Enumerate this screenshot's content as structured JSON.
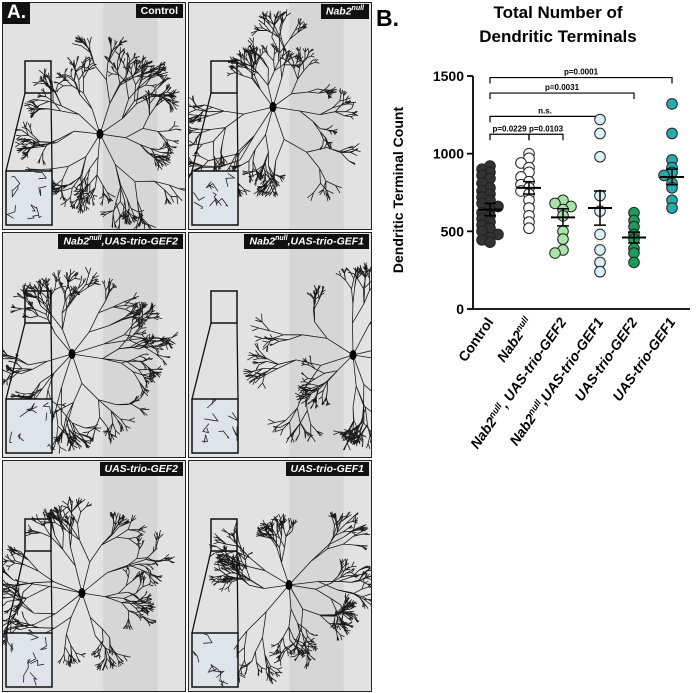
{
  "panel_a": {
    "letter": "A.",
    "tiles": [
      {
        "label": "Control",
        "base": "",
        "sup": "",
        "rest": ""
      },
      {
        "label": "",
        "base": "Nab2",
        "sup": "null",
        "rest": ""
      },
      {
        "label": "",
        "base": "Nab2",
        "sup": "null",
        "rest": ",UAS-trio-GEF2"
      },
      {
        "label": "",
        "base": "Nab2",
        "sup": "null",
        "rest": ",UAS-trio-GEF1"
      },
      {
        "label": "UAS-trio-GEF2",
        "base": "",
        "sup": "",
        "rest": ""
      },
      {
        "label": "UAS-trio-GEF1",
        "base": "",
        "sup": "",
        "rest": ""
      }
    ]
  },
  "panel_b": {
    "letter": "B.",
    "title_line1": "Total Number of",
    "title_line2": "Dendritic Terminals"
  },
  "chart_data": {
    "type": "scatter",
    "title": "Total Number of Dendritic Terminals",
    "ylabel": "Dendritic Terminal Count",
    "ylim": [
      0,
      1500
    ],
    "yticks": [
      0,
      500,
      1000,
      1500
    ],
    "categories": [
      {
        "base": "Control",
        "sup": "",
        "rest": ""
      },
      {
        "base": "Nab2",
        "sup": "null",
        "rest": ""
      },
      {
        "base": "Nab2",
        "sup": "null",
        "rest": ", UAS-trio-GEF2"
      },
      {
        "base": "Nab2",
        "sup": "null",
        "rest": ",UAS-trio-GEF1"
      },
      {
        "base": "UAS-trio-GEF2",
        "sup": "",
        "rest": ""
      },
      {
        "base": "UAS-trio-GEF1",
        "sup": "",
        "rest": ""
      }
    ],
    "series": [
      {
        "fill": "#333333",
        "mean": 640,
        "sem": 40,
        "values": [
          920,
          900,
          880,
          860,
          840,
          810,
          780,
          760,
          740,
          720,
          700,
          680,
          660,
          640,
          620,
          600,
          580,
          560,
          540,
          520,
          500,
          480,
          460,
          445,
          430
        ]
      },
      {
        "fill": "#ffffff",
        "mean": 780,
        "sem": 40,
        "values": [
          1000,
          970,
          940,
          910,
          880,
          850,
          820,
          800,
          780,
          760,
          740,
          700,
          650,
          600,
          560,
          520
        ]
      },
      {
        "fill": "#a8e4a8",
        "mean": 590,
        "sem": 55,
        "values": [
          700,
          680,
          660,
          640,
          600,
          500,
          450,
          380,
          360
        ]
      },
      {
        "fill": "#d8f0f8",
        "mean": 650,
        "sem": 110,
        "values": [
          1220,
          1130,
          980,
          730,
          630,
          480,
          380,
          300,
          240
        ]
      },
      {
        "fill": "#1e9a5e",
        "mean": 460,
        "sem": 35,
        "values": [
          620,
          570,
          530,
          480,
          450,
          390,
          360,
          300
        ]
      },
      {
        "fill": "#2aa9ab",
        "mean": 850,
        "sem": 50,
        "values": [
          1320,
          1130,
          960,
          910,
          880,
          860,
          810,
          780,
          700,
          650
        ]
      }
    ],
    "comparisons": [
      {
        "from": 0,
        "to": 1,
        "y": 1125,
        "label": "p=0.0229"
      },
      {
        "from": 1,
        "to": 2,
        "y": 1125,
        "label": "p=0.0103"
      },
      {
        "from": 0,
        "to": 3,
        "y": 1240,
        "label": "n.s."
      },
      {
        "from": 0,
        "to": 4,
        "y": 1390,
        "label": "p=0.0031"
      },
      {
        "from": 0,
        "to": 5,
        "y": 1490,
        "label": "p=0.0001"
      }
    ]
  }
}
